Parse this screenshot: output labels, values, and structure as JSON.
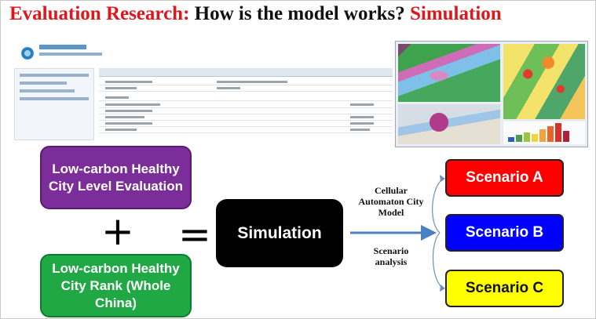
{
  "title": {
    "part1": "Evaluation Research:",
    "part2": " How is the model works?",
    "part3": " Simulation"
  },
  "colors": {
    "title_red": "#e0161b",
    "purple": "#7b2d99",
    "green": "#1fa844",
    "black": "#000000",
    "scenario_a": "#ff0000",
    "scenario_b": "#0000ff",
    "scenario_c": "#ffff00",
    "arrow": "#4a7fc1"
  },
  "boxes": {
    "evaluation": "Low-carbon Healthy City Level Evaluation",
    "rank": "Low-carbon Healthy City Rank (Whole China)",
    "simulation": "Simulation"
  },
  "operators": {
    "plus": "+",
    "equals": "="
  },
  "arrow_labels": {
    "top": "Cellular Automaton City Model",
    "bottom": "Scenario analysis"
  },
  "scenarios": [
    "Scenario A",
    "Scenario B",
    "Scenario C"
  ]
}
